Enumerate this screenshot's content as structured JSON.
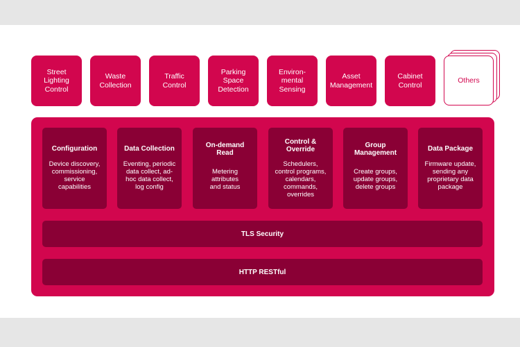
{
  "applications": [
    {
      "label": "Street\nLighting\nControl"
    },
    {
      "label": "Waste\nCollection"
    },
    {
      "label": "Traffic\nControl"
    },
    {
      "label": "Parking\nSpace\nDetection"
    },
    {
      "label": "Environ-\nmental\nSensing"
    },
    {
      "label": "Asset\nManagement"
    },
    {
      "label": "Cabinet\nControl"
    }
  ],
  "others": {
    "label": "Others"
  },
  "modules": [
    {
      "title": "Configuration",
      "desc": "Device discovery,\ncommissioning,\nservice\ncapabilities"
    },
    {
      "title": "Data Collection",
      "desc": "Eventing, periodic\ndata collect, ad-\nhoc data collect,\nlog config"
    },
    {
      "title": "On-demand\nRead",
      "desc": "Metering\nattributes\nand status"
    },
    {
      "title": "Control &\nOverride",
      "desc": "Schedulers,\ncontrol programs,\ncalendars,\ncommands,\noverrides"
    },
    {
      "title": "Group\nManagement",
      "desc": "Create groups,\nupdate groups,\ndelete groups"
    },
    {
      "title": "Data Package",
      "desc": "Firmware update,\nsending any\nproprietary data\npackage"
    }
  ],
  "layers": {
    "tls": "TLS Security",
    "http": "HTTP RESTful"
  },
  "colors": {
    "accent": "#d2064e",
    "dark": "#8a0035",
    "background": "#e6e6e6"
  }
}
